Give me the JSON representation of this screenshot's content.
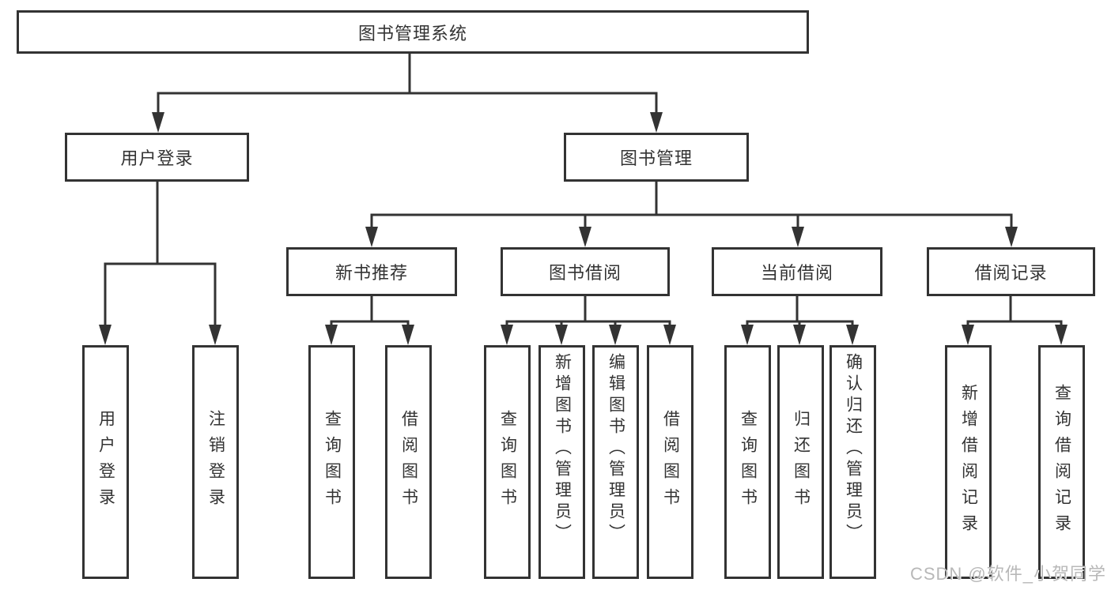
{
  "tree": {
    "root": {
      "label": "图书管理系统"
    },
    "branches": [
      {
        "label": "用户登录",
        "children": [
          {
            "label": "用户登录"
          },
          {
            "label": "注销登录"
          }
        ]
      },
      {
        "label": "图书管理",
        "children": [
          {
            "label": "新书推荐",
            "children": [
              {
                "label": "查询图书"
              },
              {
                "label": "借阅图书"
              }
            ]
          },
          {
            "label": "图书借阅",
            "children": [
              {
                "label": "查询图书"
              },
              {
                "label": "新增图书（管理员）"
              },
              {
                "label": "编辑图书（管理员）"
              },
              {
                "label": "借阅图书"
              }
            ]
          },
          {
            "label": "当前借阅",
            "children": [
              {
                "label": "查询图书"
              },
              {
                "label": "归还图书"
              },
              {
                "label": "确认归还（管理员）"
              }
            ]
          },
          {
            "label": "借阅记录",
            "children": [
              {
                "label": "新增借阅记录"
              },
              {
                "label": "查询借阅记录"
              }
            ]
          }
        ]
      }
    ]
  },
  "watermark": {
    "text": "CSDN @软件_小贺同学"
  },
  "colors": {
    "line": "#333333",
    "text": "#333333",
    "background": "#ffffff",
    "watermark": "#b8b8b8"
  }
}
